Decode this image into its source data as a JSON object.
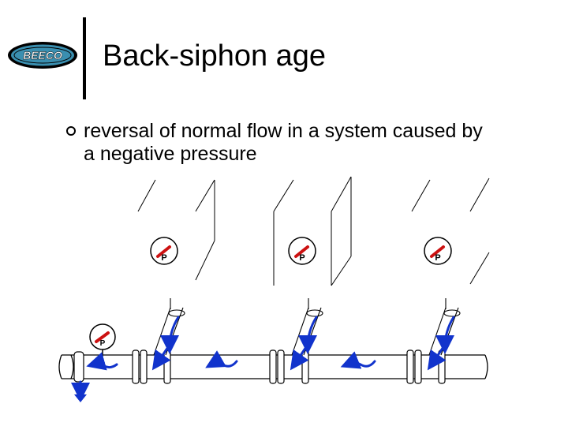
{
  "logo": {
    "text": "BEECO",
    "icon": "beeco-logo"
  },
  "slide": {
    "title": "Back-siphon age",
    "bullets": [
      "reversal of normal flow in a system caused by a negative pressure"
    ]
  },
  "diagram": {
    "gauge_label": "P",
    "colors": {
      "flow": "#1133cc",
      "needle": "#cc1111",
      "line": "#000000"
    }
  }
}
